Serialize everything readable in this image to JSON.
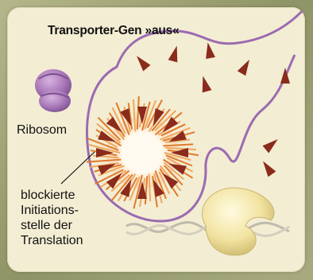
{
  "title": "Transporter-Gen »aus«",
  "labels": {
    "ribosome": "Ribosom",
    "blocked_site_lines": [
      "blockierte",
      "Initiations-",
      "stelle der",
      "Translation"
    ]
  },
  "colors": {
    "panel_bg": "#f3edd3",
    "rna_strand": "#9b6bb0",
    "ribosome_purple": "#a877b8",
    "ribosome_yellow": "#f2e3a1",
    "ring_orange": "#e07b2c",
    "spike_darkred": "#8a2b1c",
    "dna_gray": "#b6b2a6"
  },
  "icons": [
    "ribosome-small-purple-icon",
    "riboswitch-ring-icon",
    "ribosome-large-yellow-icon",
    "dna-helix-icon",
    "metabolite-spike-icon"
  ]
}
